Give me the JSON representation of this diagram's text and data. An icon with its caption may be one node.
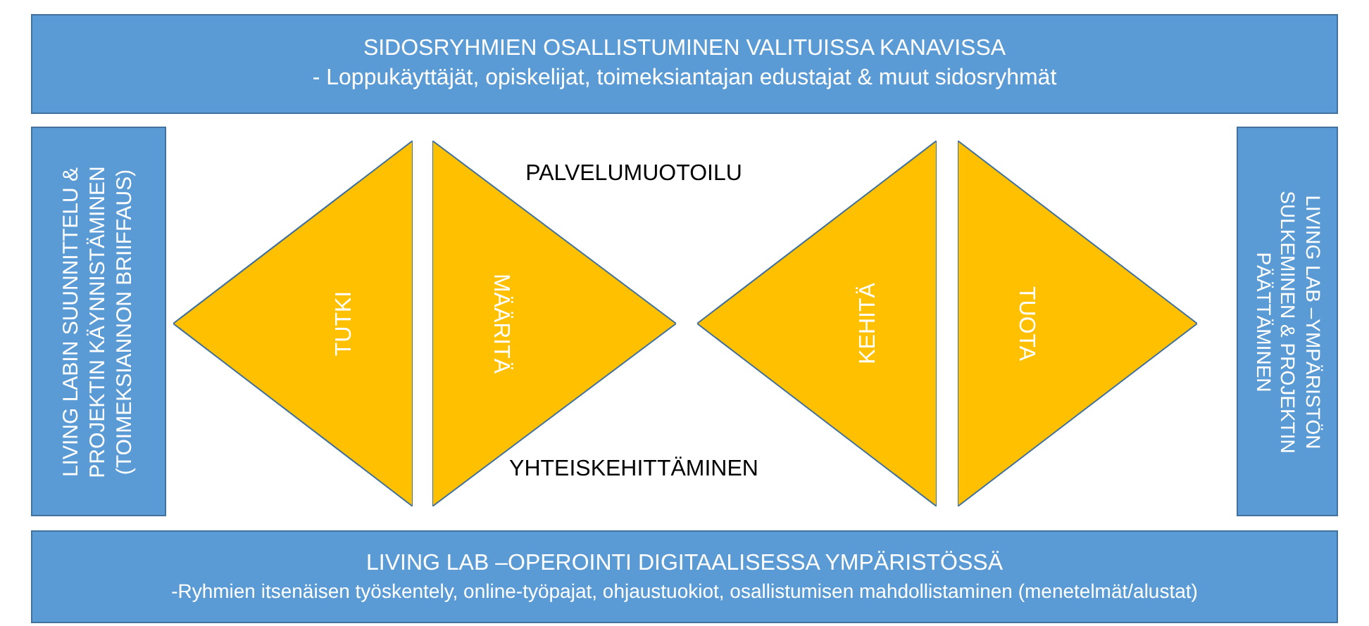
{
  "diagram": {
    "nodes": [
      {
        "text": [
          "SIDOSRYHMIEN OSALLISTUMINEN VALITUISSA KANAVISSA",
          "- Loppukäyttäjät, opiskelijat, toimeksiantajan edustajat & muut sidosryhmät"
        ]
      },
      {
        "text": [
          "LIVING LABIN SUUNNITTELU & PROJEKTIN KÄYNNISTÄMINEN (TOIMEKSIANNON BRIIFFAUS)"
        ]
      },
      {
        "text": [
          "TUTKI"
        ]
      },
      {
        "text": [
          "MÄÄRITÄ"
        ]
      },
      {
        "text": [
          "KEHITÄ"
        ]
      },
      {
        "text": [
          "TUOTA"
        ]
      },
      {
        "text": [
          "LIVING LAB –YMPÄRISTÖN SULKEMINEN & PROJEKTIN PÄÄTTÄMINEN"
        ]
      },
      {
        "text": [
          "LIVING LAB –OPEROINTI DIGITAALISESSA YMPÄRISTÖSSÄ",
          "-Ryhmien itsenäisen työskentely, online-työpajat, ohjaustuokiot, osallistumisen mahdollistaminen (menetelmät/alustat)"
        ]
      }
    ],
    "labels": [
      "PALVELUMUOTOILU",
      "YHTEISKEHITTÄMINEN"
    ]
  }
}
